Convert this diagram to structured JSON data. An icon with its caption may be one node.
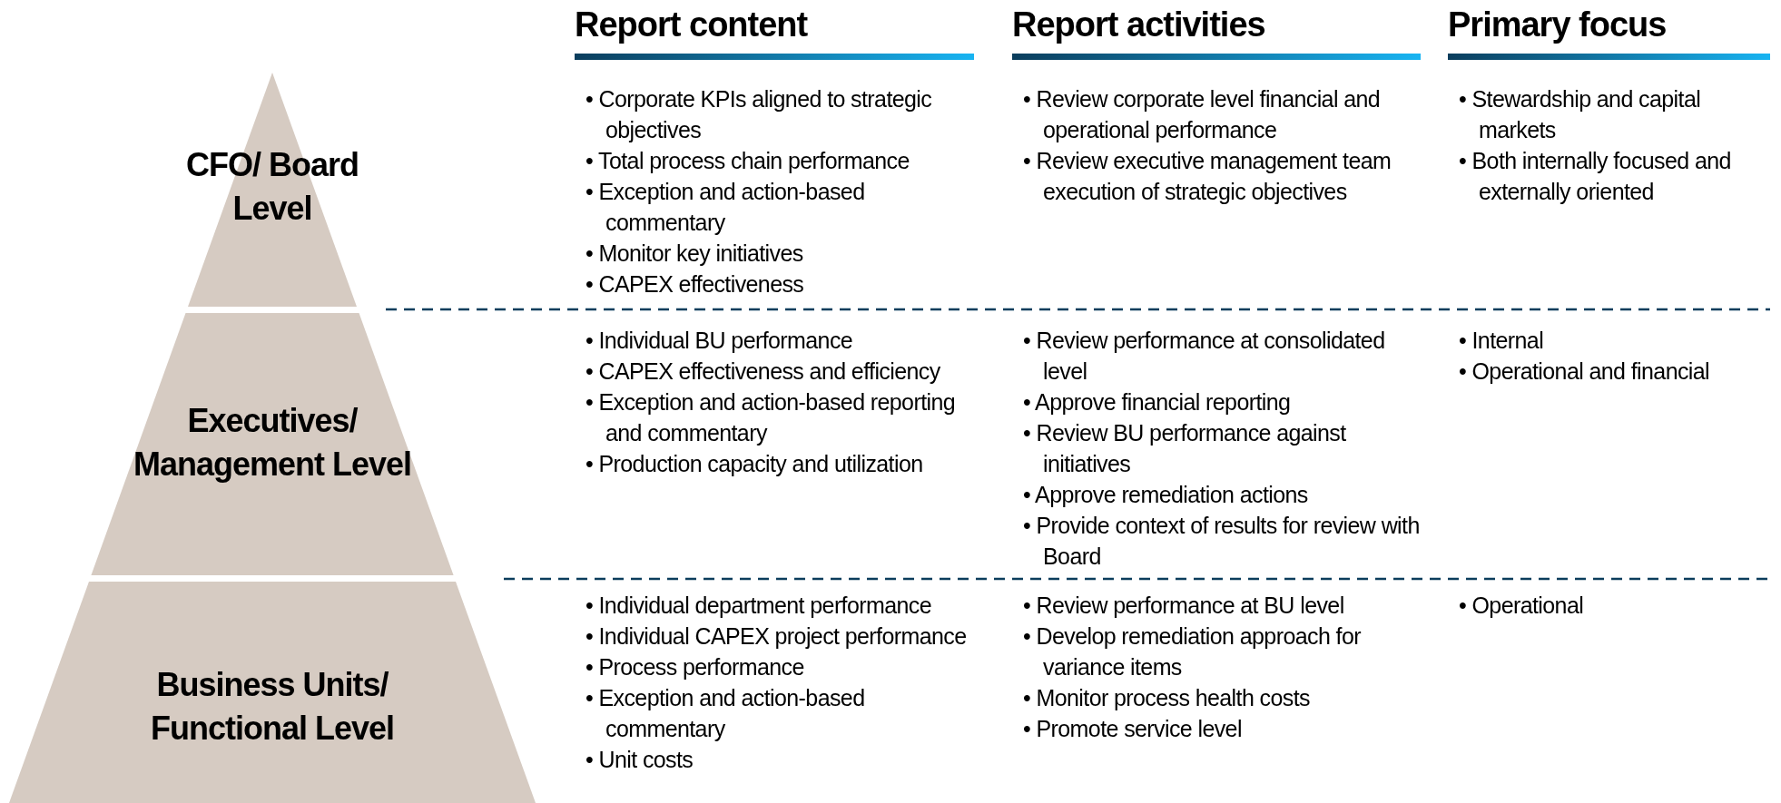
{
  "diagram": {
    "nodes": [
      {
        "text": [
          "CFO/ Board Level"
        ]
      },
      {
        "text": [
          "Executives/ Management Level"
        ]
      },
      {
        "text": [
          "Business Units/ Functional Level"
        ]
      }
    ],
    "labels": [
      "Report content",
      "Report activities",
      "Primary focus",
      "• Corporate KPIs aligned to strategic objectives",
      "• Total process chain performance",
      "• Exception and action-based commentary",
      "• Monitor key initiatives",
      "• CAPEX effectiveness",
      "• Review corporate level financial and operational performance",
      "• Review executive management team execution of strategic objectives",
      "• Stewardship and capital markets",
      "• Both internally focused and externally oriented",
      "• Individual BU performance",
      "• CAPEX effectiveness and efficiency",
      "• Exception and action-based reporting and commentary",
      "• Production capacity and utilization",
      "• Review performance at consolidated level",
      "• Approve financial reporting",
      "• Review BU performance against initiatives",
      "• Approve remediation actions",
      "• Provide context of results for review with Board",
      "• Internal",
      "• Operational and financial",
      "• Individual department performance",
      "• Individual CAPEX project performance",
      "• Process performance",
      "• Exception and action-based commentary",
      "• Unit costs",
      "• Review performance at BU level",
      "• Develop remediation approach for variance items",
      "• Monitor process health costs",
      "• Promote service level",
      "• Operational"
    ]
  }
}
